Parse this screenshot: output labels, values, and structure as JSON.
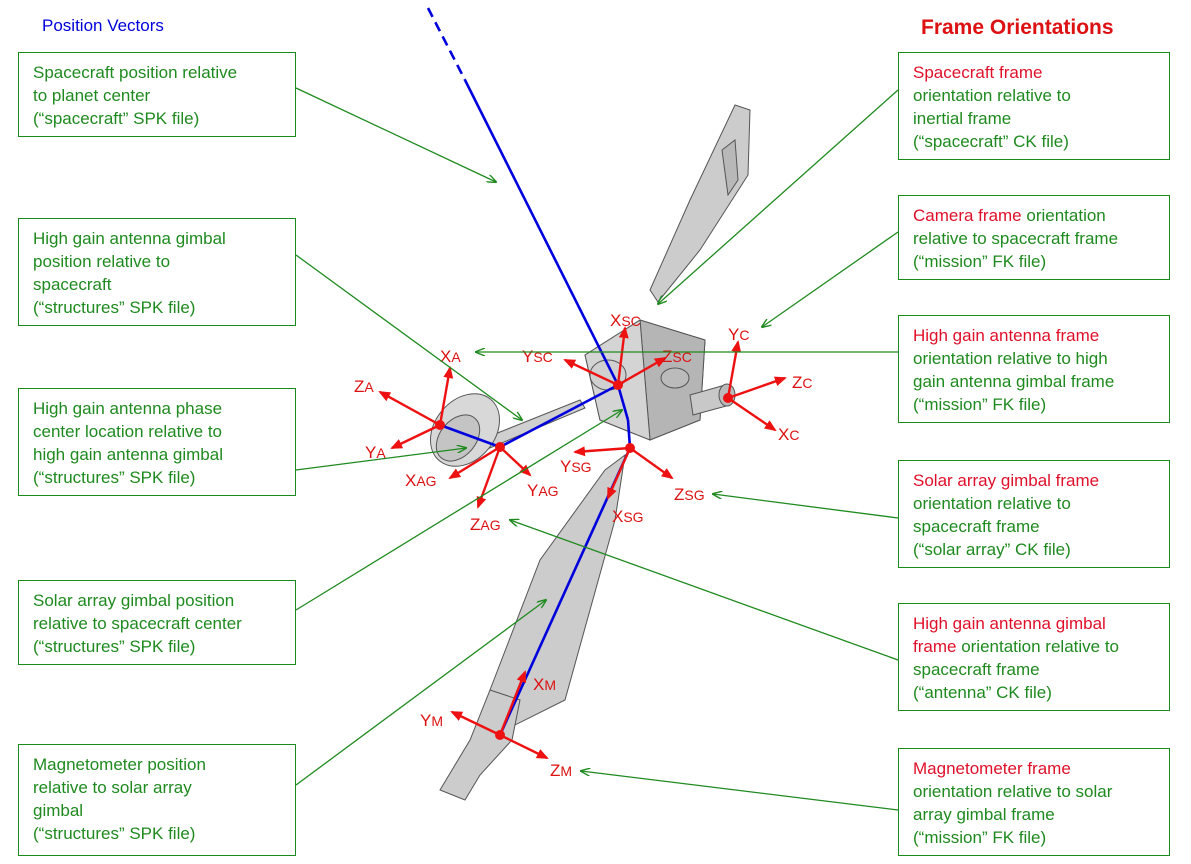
{
  "headers": {
    "left": "Position Vectors",
    "right": "Frame Orientations"
  },
  "left_boxes": [
    {
      "lines": [
        "Spacecraft position relative",
        "to planet center",
        "(“spacecraft” SPK file)"
      ]
    },
    {
      "lines": [
        "High gain antenna gimbal",
        "position relative to",
        "spacecraft",
        "(“structures” SPK file)"
      ]
    },
    {
      "lines": [
        "High gain antenna phase",
        "center location relative to",
        "high gain antenna gimbal",
        "(“structures” SPK file)"
      ]
    },
    {
      "lines": [
        "Solar array gimbal position",
        "relative to spacecraft center",
        "(“structures” SPK file)"
      ]
    },
    {
      "lines": [
        "Magnetometer position",
        "relative to solar array",
        "gimbal",
        "(“structures” SPK file)"
      ]
    }
  ],
  "right_boxes": [
    {
      "segments": [
        [
          {
            "t": "Spacecraft frame",
            "c": "red"
          }
        ],
        [
          {
            "t": "orientation relative to",
            "c": "green"
          }
        ],
        [
          {
            "t": "inertial frame",
            "c": "green"
          }
        ],
        [
          {
            "t": "(“spacecraft” CK file)",
            "c": "green"
          }
        ]
      ]
    },
    {
      "segments": [
        [
          {
            "t": "Camera frame",
            "c": "red"
          },
          {
            "t": " orientation",
            "c": "green"
          }
        ],
        [
          {
            "t": "relative to spacecraft frame",
            "c": "green"
          }
        ],
        [
          {
            "t": "(“mission” FK file)",
            "c": "green"
          }
        ]
      ]
    },
    {
      "segments": [
        [
          {
            "t": "High gain antenna frame",
            "c": "red"
          }
        ],
        [
          {
            "t": "orientation relative to high",
            "c": "green"
          }
        ],
        [
          {
            "t": "gain antenna gimbal frame",
            "c": "green"
          }
        ],
        [
          {
            "t": "(“mission” FK file)",
            "c": "green"
          }
        ]
      ]
    },
    {
      "segments": [
        [
          {
            "t": "Solar array gimbal frame",
            "c": "red"
          }
        ],
        [
          {
            "t": "orientation relative to",
            "c": "green"
          }
        ],
        [
          {
            "t": "spacecraft frame",
            "c": "green"
          }
        ],
        [
          {
            "t": "(“solar array” CK file)",
            "c": "green"
          }
        ]
      ]
    },
    {
      "segments": [
        [
          {
            "t": "High gain antenna gimbal",
            "c": "red"
          }
        ],
        [
          {
            "t": "frame",
            "c": "red"
          },
          {
            "t": " orientation relative to",
            "c": "green"
          }
        ],
        [
          {
            "t": "spacecraft frame",
            "c": "green"
          }
        ],
        [
          {
            "t": "(“antenna” CK file)",
            "c": "green"
          }
        ]
      ]
    },
    {
      "segments": [
        [
          {
            "t": "Magnetometer frame",
            "c": "red"
          }
        ],
        [
          {
            "t": "orientation relative to solar",
            "c": "green"
          }
        ],
        [
          {
            "t": "array gimbal frame",
            "c": "green"
          }
        ],
        [
          {
            "t": "(“mission” FK file)",
            "c": "green"
          }
        ]
      ]
    }
  ],
  "axis_labels": {
    "xsc": [
      "X",
      "SC"
    ],
    "ysc": [
      "Y",
      "SC"
    ],
    "zsc": [
      "Z",
      "SC"
    ],
    "xa": [
      "X",
      "A"
    ],
    "za": [
      "Z",
      "A"
    ],
    "ya": [
      "Y",
      "A"
    ],
    "xag": [
      "X",
      "AG"
    ],
    "yag": [
      "Y",
      "AG"
    ],
    "zag": [
      "Z",
      "AG"
    ],
    "ysg": [
      "Y",
      "SG"
    ],
    "zsg": [
      "Z",
      "SG"
    ],
    "xsg": [
      "X",
      "SG"
    ],
    "yc": [
      "Y",
      "C"
    ],
    "zc": [
      "Z",
      "C"
    ],
    "xc": [
      "X",
      "C"
    ],
    "xm": [
      "X",
      "M"
    ],
    "ym": [
      "Y",
      "M"
    ],
    "zm": [
      "Z",
      "M"
    ]
  },
  "colors": {
    "position_vector": "#0000dd",
    "frame_axis": "#ee1111",
    "annotation_green": "#1f8a1f",
    "spacecraft_body": "#cccccc"
  }
}
